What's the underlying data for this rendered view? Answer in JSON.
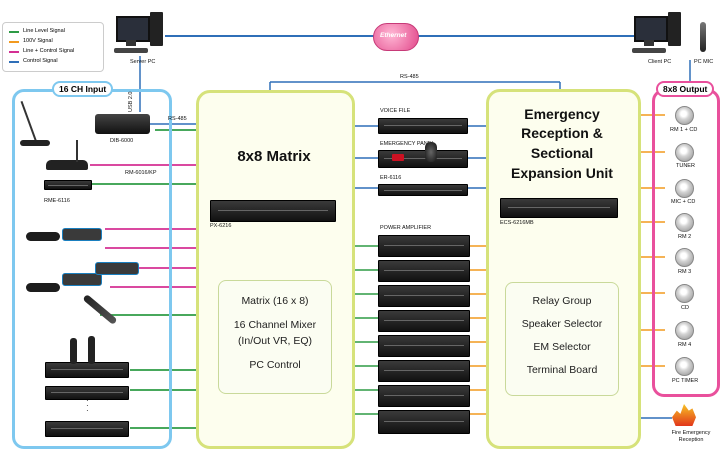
{
  "legend": [
    {
      "label": "Line Level Signal",
      "color": "#2e9b45"
    },
    {
      "label": "100V Signal",
      "color": "#f29a1f"
    },
    {
      "label": "Line + Control Signal",
      "color": "#d42f93"
    },
    {
      "label": "Control Signal",
      "color": "#2f6fb8"
    }
  ],
  "colors": {
    "line_level": "#2e9b45",
    "v100": "#f29a1f",
    "line_control": "#d42f93",
    "control": "#2f6fb8",
    "input_border": "#7ec8ef",
    "matrix_border": "#d6e27a",
    "output_border": "#e9509c"
  },
  "top": {
    "server_pc": "Server PC",
    "ethernet": "Ethernet",
    "client_pc": "Client PC",
    "pc_mic": "PC MIC",
    "rs485_top": "RS-485"
  },
  "input": {
    "title": "16 CH Input",
    "usb": "USB 2.0",
    "rs485": "RS-485",
    "dib": "DIB-6000",
    "rm6016": "RM-6016/KP",
    "rme6116": "RME-6116"
  },
  "matrix": {
    "title": "8x8 Matrix",
    "model": "PX-6216",
    "features": [
      "Matrix (16 x 8)",
      "16 Channel Mixer",
      "(In/Out VR, EQ)",
      "PC Control"
    ]
  },
  "center": {
    "voice_file": "VOICE FILE",
    "emergency_panel": "EMERGENCY PANEL",
    "er6116": "ER-6116",
    "power_amplifier": "POWER AMPLIFIER"
  },
  "emergency": {
    "title_lines": [
      "Emergency",
      "Reception &",
      "Sectional",
      "Expansion Unit"
    ],
    "model": "ECS-6216MB",
    "features": [
      "Relay Group",
      "Speaker Selector",
      "EM Selector",
      "Terminal Board"
    ]
  },
  "output": {
    "title": "8x8 Output",
    "zones": [
      "RM 1 + CD",
      "TUNER",
      "MIC + CD",
      "RM 2",
      "RM 3",
      "CD",
      "RM 4",
      "PC TIMER"
    ],
    "fire": "Fire Emergency Reception"
  }
}
